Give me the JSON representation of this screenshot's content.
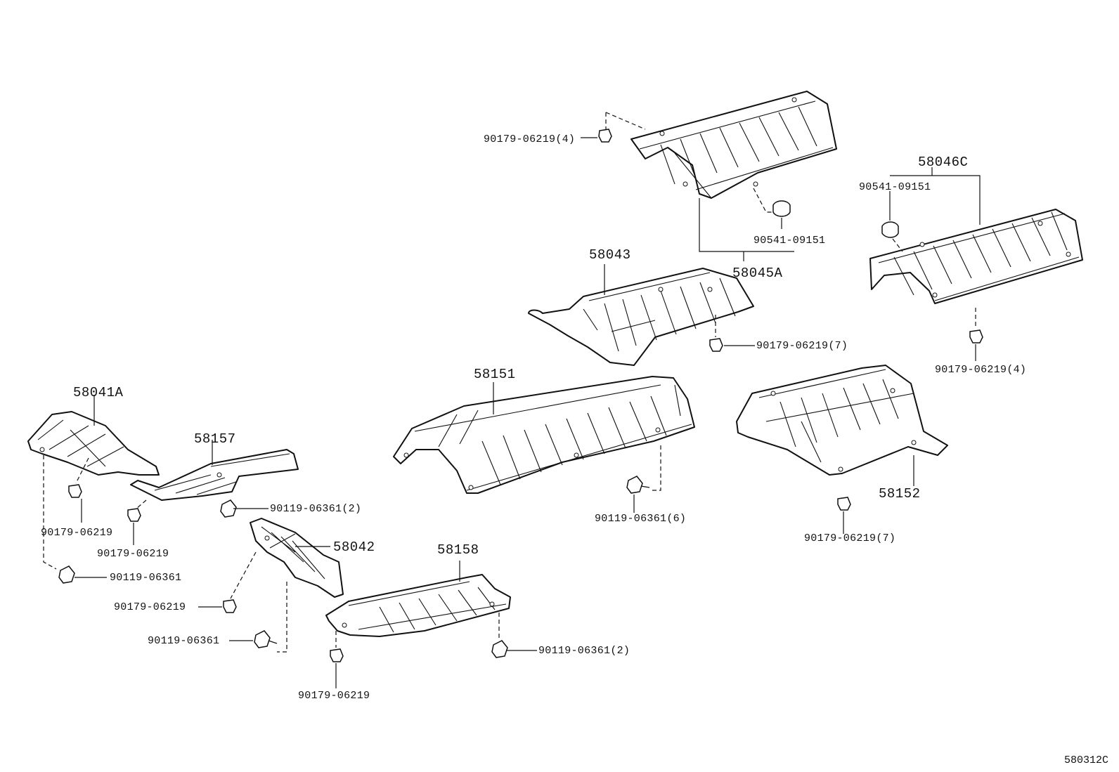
{
  "parts": {
    "p58045A": "58045A",
    "p58046C": "58046C",
    "p58043": "58043",
    "p58151": "58151",
    "p58152": "58152",
    "p58041A": "58041A",
    "p58157": "58157",
    "p58042": "58042",
    "p58158": "58158"
  },
  "fasteners": {
    "f_top_clip": "90179-06219(4)",
    "f_top_nut": "90541-09151",
    "f_right_nut": "90541-09151",
    "f_right_clip": "90179-06219(4)",
    "f_mid_clip": "90179-06219(7)",
    "f_mid_bolt": "90119-06361(6)",
    "f_right_low_clip": "90179-06219(7)",
    "f_left_clip1": "90179-06219",
    "f_left_clip2": "90179-06219",
    "f_left_bolt1": "90119-06361(2)",
    "f_left_bolt2": "90119-06361",
    "f_58042_clip": "90179-06219",
    "f_58042_bolt": "90119-06361",
    "f_58158_bolt": "90119-06361(2)",
    "f_58158_clip": "90179-06219"
  },
  "diagram_ref": "580312C"
}
